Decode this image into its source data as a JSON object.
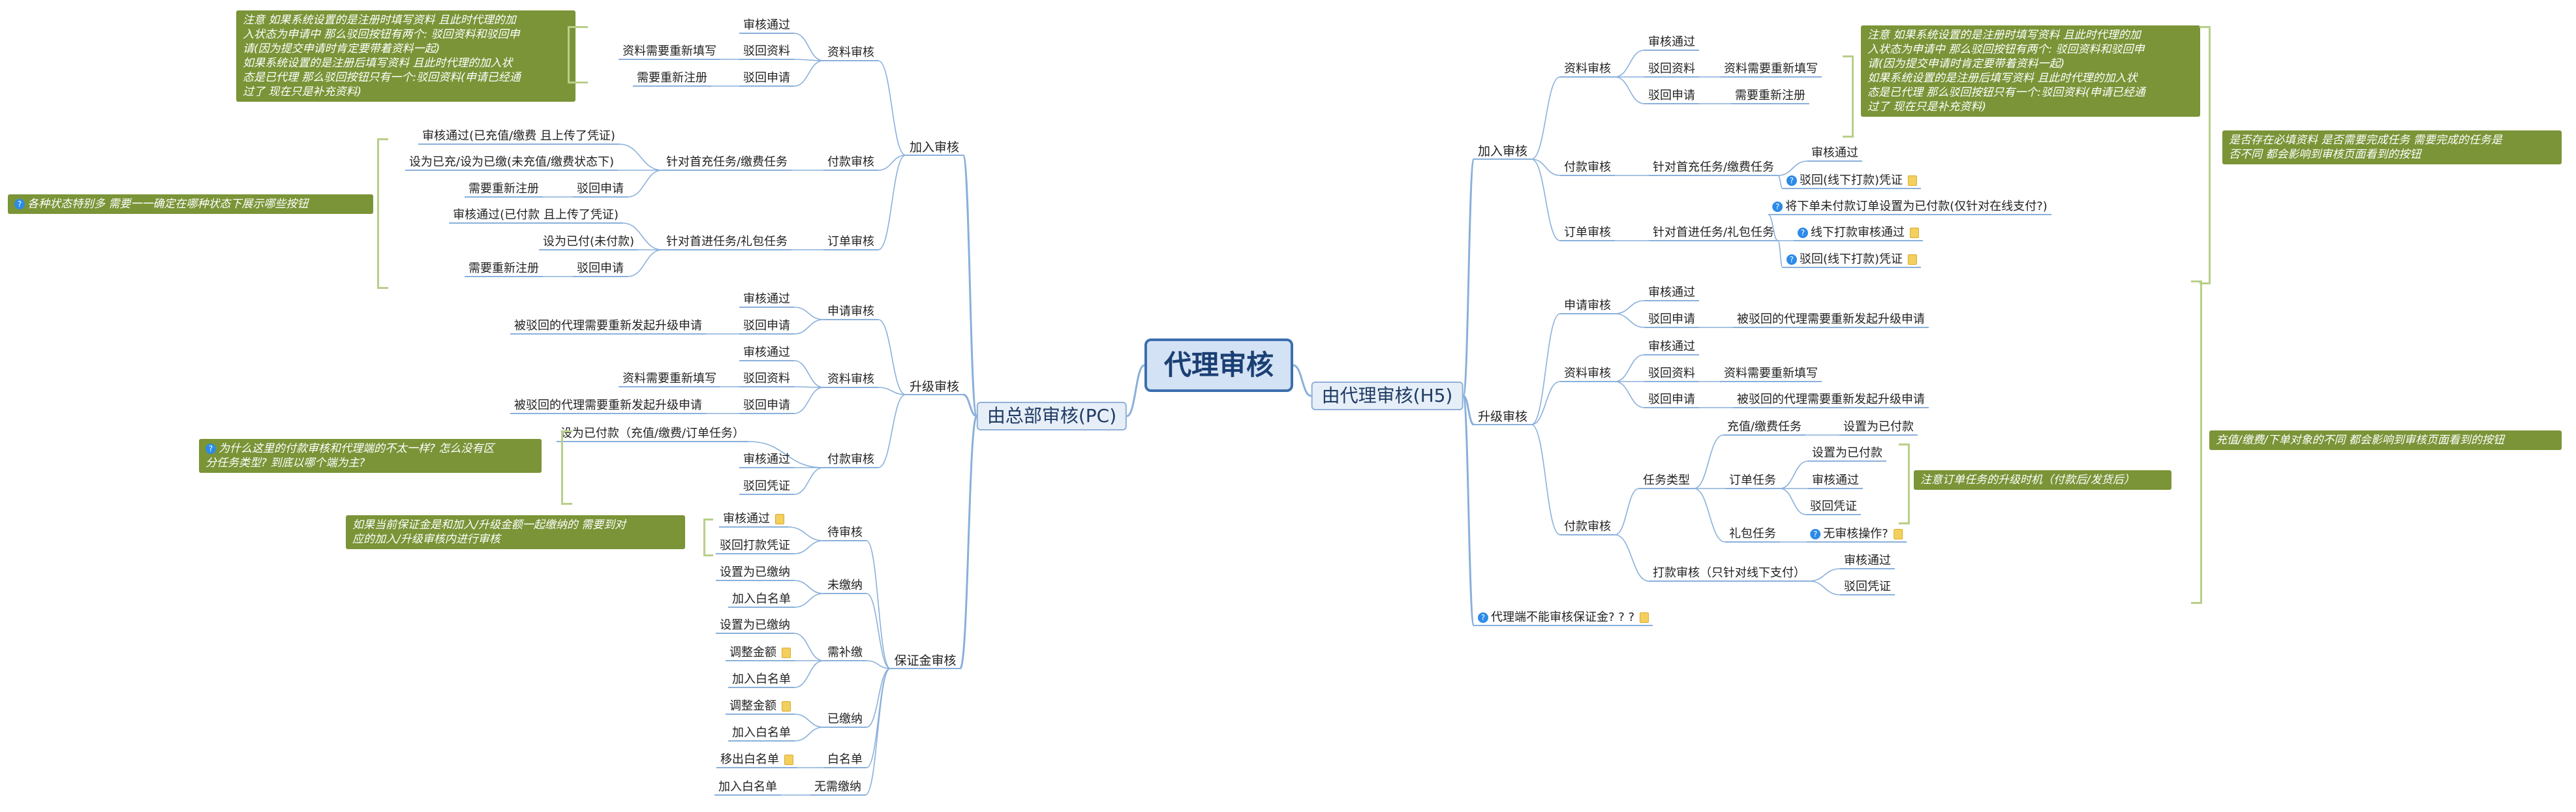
{
  "root": "代理审核",
  "pc": {
    "title": "由总部审核(PC)",
    "join": {
      "label": "加入审核",
      "material": {
        "label": "资料审核",
        "approve": "审核通过",
        "reject_material": "驳回资料",
        "reject_material_child": "资料需要重新填写",
        "reject_apply": "驳回申请",
        "reject_apply_child": "需要重新注册"
      },
      "pay": {
        "label": "付款审核",
        "task": "针对首充任务/缴费任务",
        "approve": "审核通过(已充值/缴费 且上传了凭证)",
        "set_paid": "设为已充/设为已缴(未充值/缴费状态下)",
        "reject": "驳回申请",
        "reject_child": "需要重新注册"
      },
      "order": {
        "label": "订单审核",
        "task": "针对首进任务/礼包任务",
        "approve": "审核通过(已付款 且上传了凭证)",
        "set_paid": "设为已付(未付款)",
        "reject": "驳回申请",
        "reject_child": "需要重新注册"
      }
    },
    "upgrade": {
      "label": "升级审核",
      "apply": {
        "label": "申请审核",
        "approve": "审核通过",
        "reject": "驳回申请",
        "reject_child": "被驳回的代理需要重新发起升级申请"
      },
      "material": {
        "label": "资料审核",
        "approve": "审核通过",
        "reject_material": "驳回资料",
        "reject_material_child": "资料需要重新填写",
        "reject_apply": "驳回申请",
        "reject_apply_child": "被驳回的代理需要重新发起升级申请"
      },
      "pay": {
        "label": "付款审核",
        "set_paid": "设为已付款（充值/缴费/订单任务）",
        "approve": "审核通过",
        "reject_proof": "驳回凭证"
      }
    },
    "deposit": {
      "label": "保证金审核",
      "pending": {
        "label": "待审核",
        "approve": "审核通过",
        "reject_proof": "驳回打款凭证"
      },
      "unpaid": {
        "label": "未缴纳",
        "a": "设置为已缴纳",
        "b": "加入白名单"
      },
      "topup": {
        "label": "需补缴",
        "a": "设置为已缴纳",
        "b": "调整金额",
        "c": "加入白名单"
      },
      "paid": {
        "label": "已缴纳",
        "a": "调整金额",
        "b": "加入白名单"
      },
      "white": {
        "label": "白名单",
        "a": "移出白名单"
      },
      "none": {
        "label": "无需缴纳",
        "a": "加入白名单"
      }
    },
    "notes": {
      "join_lines": [
        "注意 如果系统设置的是注册时填写资料 且此时代理的加",
        "入状态为申请中 那么驳回按钮有两个: 驳回资料和驳回申",
        "请(因为提交申请时肯定要带着资料一起)",
        "如果系统设置的是注册后填写资料 且此时代理的加入状",
        "态是已代理 那么驳回按钮只有一个:驳回资料(申请已经通",
        "过了 现在只是补充资料)"
      ],
      "status_lines": [
        "各种状态特别多 需要一一确定在哪种状态下展示哪些按钮"
      ],
      "upgrade_pay_lines": [
        "为什么这里的付款审核和代理端的不太一样? 怎么没有区",
        "分任务类型? 到底以哪个端为主?"
      ],
      "deposit_lines": [
        "如果当前保证金是和加入/升级金额一起缴纳的 需要到对",
        "应的加入/升级审核内进行审核"
      ]
    }
  },
  "h5": {
    "title": "由代理审核(H5)",
    "join": {
      "label": "加入审核",
      "material": {
        "label": "资料审核",
        "approve": "审核通过",
        "reject_material": "驳回资料",
        "reject_material_child": "资料需要重新填写",
        "reject_apply": "驳回申请",
        "reject_apply_child": "需要重新注册"
      },
      "pay": {
        "label": "付款审核",
        "task": "针对首充任务/缴费任务",
        "approve": "审核通过",
        "reject": "驳回(线下打款)凭证"
      },
      "order": {
        "label": "订单审核",
        "task": "针对首进任务/礼包任务",
        "set_paid": "将下单未付款订单设置为已付款(仅针对在线支付?)",
        "offline_approve": "线下打款审核通过",
        "reject": "驳回(线下打款)凭证"
      }
    },
    "upgrade": {
      "label": "升级审核",
      "apply": {
        "label": "申请审核",
        "approve": "审核通过",
        "reject": "驳回申请",
        "reject_child": "被驳回的代理需要重新发起升级申请"
      },
      "material": {
        "label": "资料审核",
        "approve": "审核通过",
        "reject_material": "驳回资料",
        "reject_material_child": "资料需要重新填写",
        "reject_apply": "驳回申请",
        "reject_apply_child": "被驳回的代理需要重新发起升级申请"
      },
      "pay": {
        "label": "付款审核",
        "type": "任务类型",
        "recharge": {
          "label": "充值/缴费任务",
          "child": "设置为已付款"
        },
        "order": {
          "label": "订单任务",
          "a": "设置为已付款",
          "b": "审核通过",
          "c": "驳回凭证"
        },
        "gift": {
          "label": "礼包任务",
          "child": "无审核操作?"
        },
        "transfer": {
          "label": "打款审核（只针对线下支付）",
          "approve": "审核通过",
          "reject": "驳回凭证"
        }
      }
    },
    "deposit_q": "代理端不能审核保证金? ? ?",
    "notes": {
      "join_lines": [
        "注意 如果系统设置的是注册时填写资料 且此时代理的加",
        "入状态为申请中 那么驳回按钮有两个: 驳回资料和驳回申",
        "请(因为提交申请时肯定要带着资料一起)",
        "如果系统设置的是注册后填写资料 且此时代理的加入状",
        "态是已代理 那么驳回按钮只有一个:驳回资料(申请已经通",
        "过了 现在只是补充资料)"
      ],
      "confirm_lines": [
        "是否存在必填资料 是否需要完成任务 需要完成的任务是",
        "否不同 都会影响到审核页面看到的按钮"
      ],
      "order_lines": [
        "注意订单任务的升级时机（付款后/发货后）"
      ],
      "target_lines": [
        "充值/缴费/下单对象的不同 都会影响到审核页面看到的按钮"
      ]
    }
  }
}
